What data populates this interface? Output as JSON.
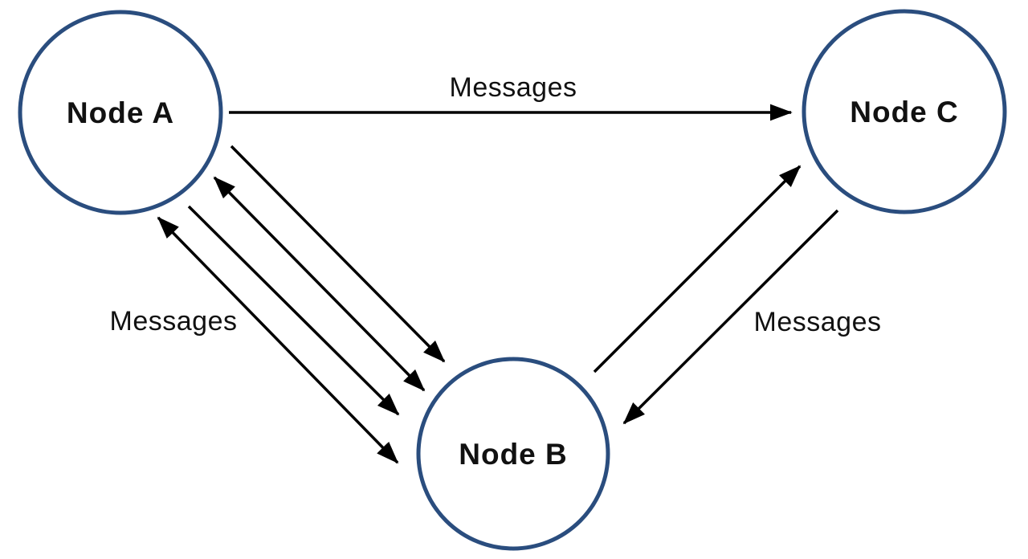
{
  "diagram": {
    "title": "",
    "colors": {
      "background": "#ffffff",
      "node_border": "#2a4d7e",
      "node_fill": "#ffffff",
      "arrow": "#000000",
      "text": "#111111"
    },
    "nodes": {
      "a": {
        "label": "Node A"
      },
      "b": {
        "label": "Node B"
      },
      "c": {
        "label": "Node C"
      }
    },
    "labels": {
      "a_c": "Messages",
      "a_b": "Messages",
      "b_c": "Messages"
    },
    "edges": [
      {
        "id": "a-to-c",
        "from": "Node A",
        "to": "Node C",
        "style": "single-arrow",
        "label": "Messages"
      },
      {
        "id": "a-b-1",
        "from": "Node A",
        "to": "Node B",
        "style": "single-arrow",
        "label": "Messages"
      },
      {
        "id": "a-b-2",
        "from": "Node A",
        "to": "Node B",
        "style": "double-arrow",
        "label": "Messages"
      },
      {
        "id": "a-b-3",
        "from": "Node A",
        "to": "Node B",
        "style": "single-arrow",
        "label": "Messages"
      },
      {
        "id": "a-b-4",
        "from": "Node A",
        "to": "Node B",
        "style": "double-arrow",
        "label": "Messages"
      },
      {
        "id": "b-to-c",
        "from": "Node B",
        "to": "Node C",
        "style": "single-arrow",
        "label": "Messages"
      },
      {
        "id": "c-to-b",
        "from": "Node C",
        "to": "Node B",
        "style": "single-arrow",
        "label": "Messages"
      }
    ]
  }
}
